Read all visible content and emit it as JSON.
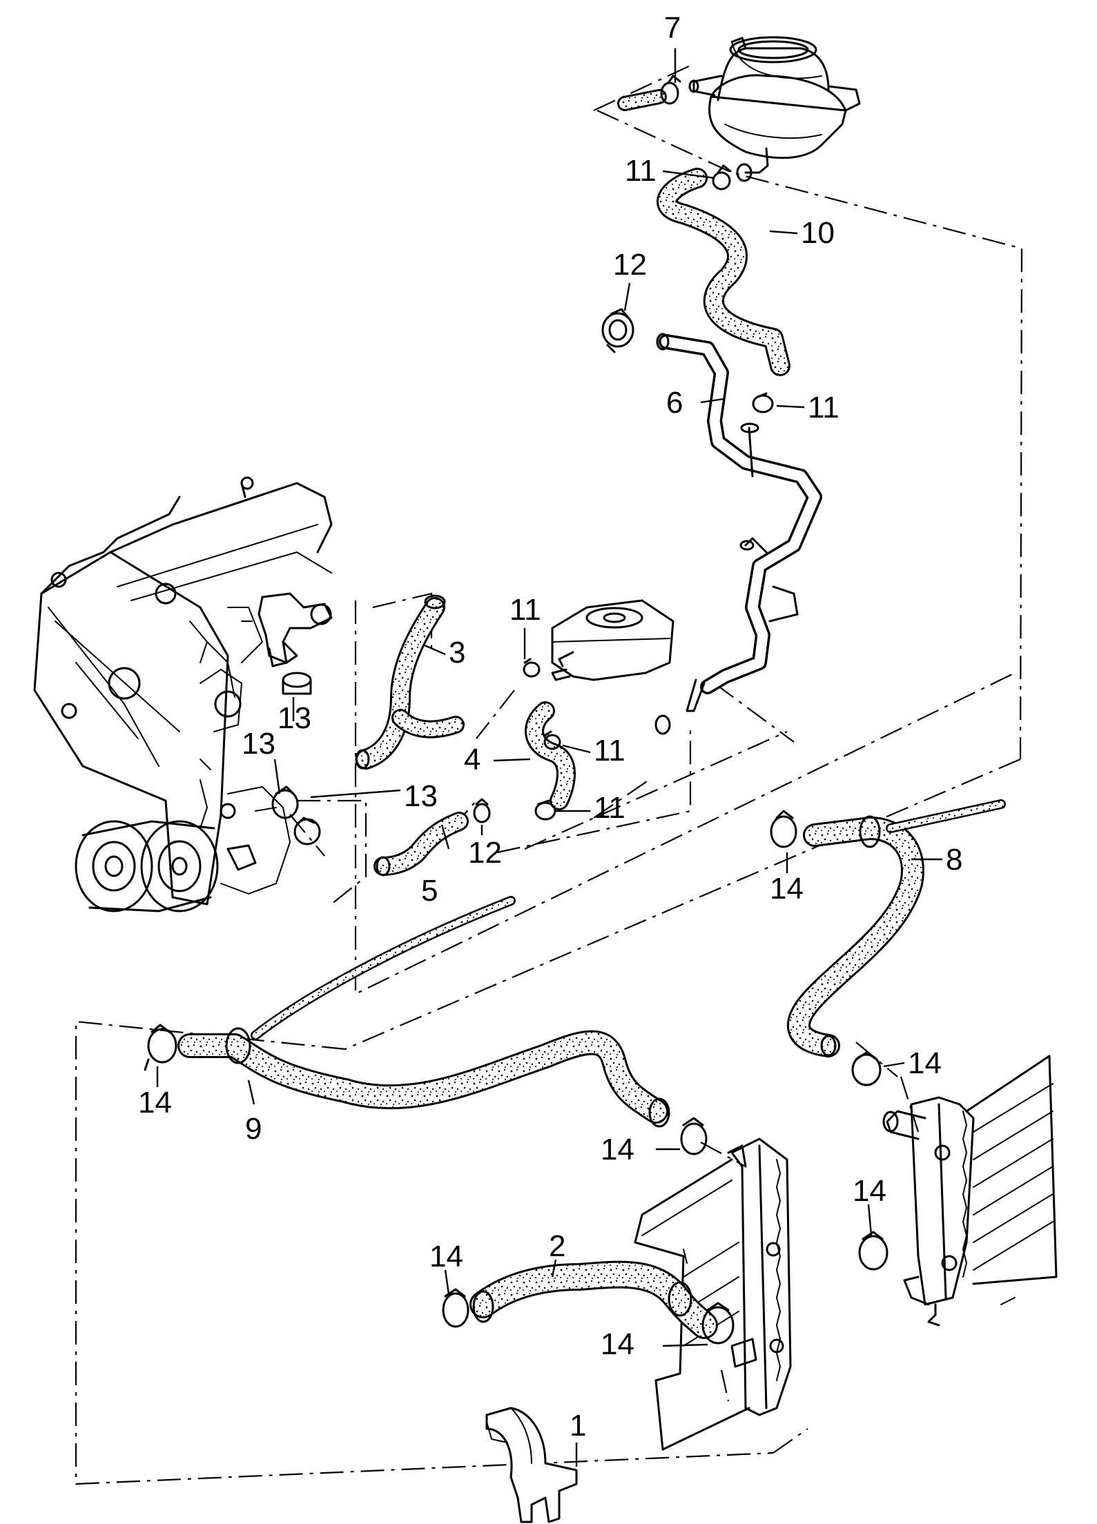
{
  "diagram": {
    "type": "exploded-parts-diagram",
    "callouts": [
      {
        "id": "1",
        "label": "1"
      },
      {
        "id": "2",
        "label": "2"
      },
      {
        "id": "3",
        "label": "3"
      },
      {
        "id": "4",
        "label": "4"
      },
      {
        "id": "5",
        "label": "5"
      },
      {
        "id": "6",
        "label": "6"
      },
      {
        "id": "7",
        "label": "7"
      },
      {
        "id": "8",
        "label": "8"
      },
      {
        "id": "9",
        "label": "9"
      },
      {
        "id": "10",
        "label": "10"
      },
      {
        "id": "11",
        "label": "11"
      },
      {
        "id": "12",
        "label": "12"
      },
      {
        "id": "13",
        "label": "13"
      },
      {
        "id": "14",
        "label": "14"
      }
    ],
    "colors": {
      "line": "#000000",
      "background": "#ffffff",
      "hose_texture": "#b8b8b8"
    }
  }
}
